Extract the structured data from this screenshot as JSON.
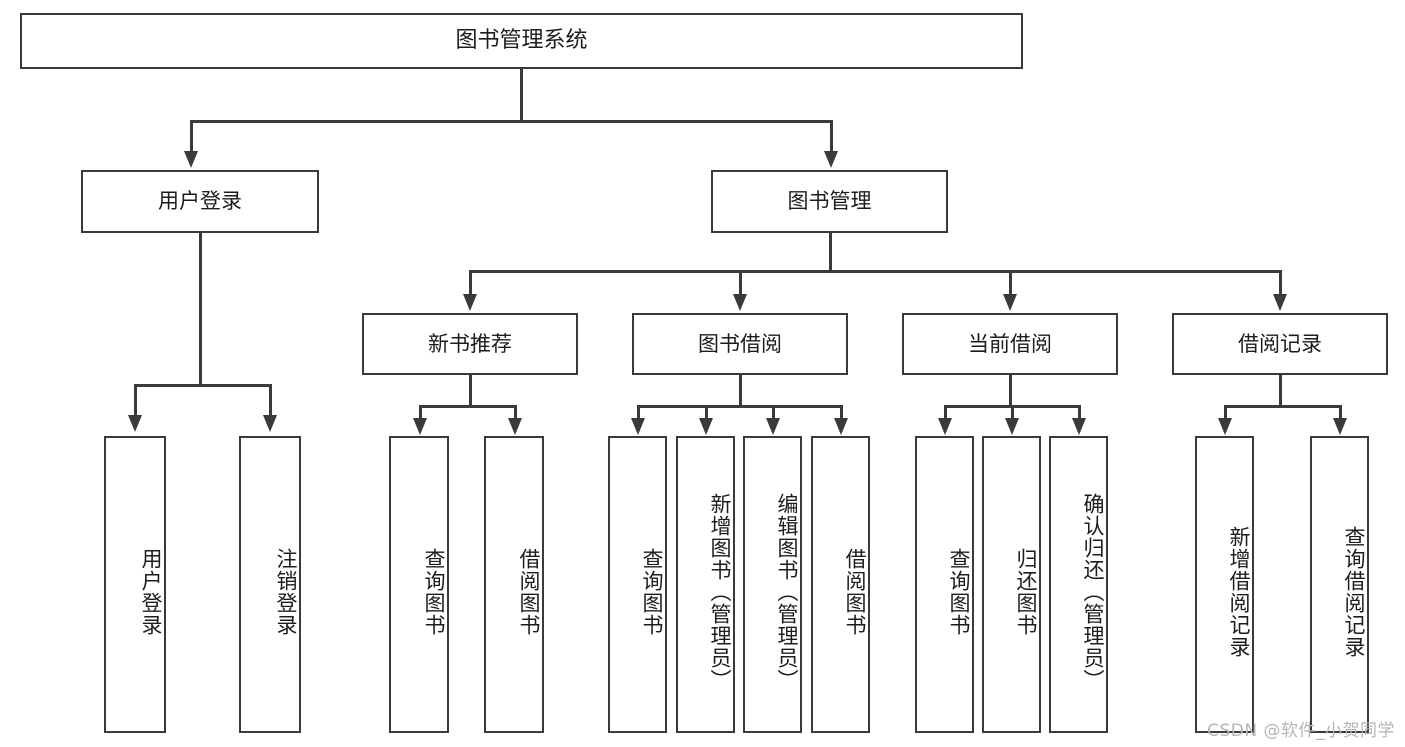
{
  "diagram": {
    "title": "图书管理系统",
    "type": "tree-hierarchy",
    "watermark": "CSDN @软件_小贺同学",
    "colors": {
      "box_border": "#3a3a3a",
      "box_fill": "#ffffff",
      "text": "#1d1d1d",
      "connector": "#3a3a3a",
      "watermark": "#b5b5b5",
      "background": "#ffffff"
    },
    "root": {
      "label": "图书管理系统"
    },
    "level2": [
      {
        "label": "用户登录"
      },
      {
        "label": "图书管理"
      }
    ],
    "level3": [
      {
        "label": "新书推荐"
      },
      {
        "label": "图书借阅"
      },
      {
        "label": "当前借阅"
      },
      {
        "label": "借阅记录"
      }
    ],
    "leaves": {
      "user_login": [
        {
          "label": "用户登录"
        },
        {
          "label": "注销登录"
        }
      ],
      "new_book": [
        {
          "label": "查询图书"
        },
        {
          "label": "借阅图书"
        }
      ],
      "book_borrow": [
        {
          "label": "查询图书"
        },
        {
          "label": "新增图书（管理员）"
        },
        {
          "label": "编辑图书（管理员）"
        },
        {
          "label": "借阅图书"
        }
      ],
      "current_borrow": [
        {
          "label": "查询图书"
        },
        {
          "label": "归还图书"
        },
        {
          "label": "确认归还（管理员）"
        }
      ],
      "borrow_record": [
        {
          "label": "新增借阅记录"
        },
        {
          "label": "查询借阅记录"
        }
      ]
    }
  }
}
